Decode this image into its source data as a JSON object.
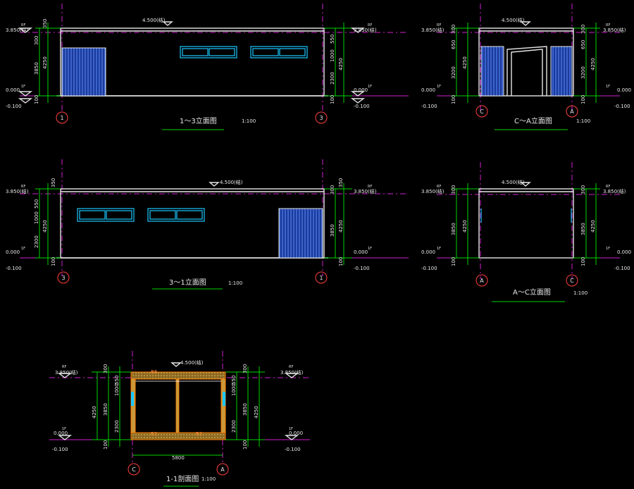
{
  "elevations": {
    "e13": {
      "title": "1～3立面图",
      "scale": "1:100",
      "axis_left": "1",
      "axis_right": "3"
    },
    "e31": {
      "title": "3～1立面图",
      "scale": "1:100",
      "axis_left": "3",
      "axis_right": "1"
    },
    "eca": {
      "title": "C～A立面图",
      "scale": "1:100",
      "axis_left": "C",
      "axis_right": "A"
    },
    "eac": {
      "title": "A～C立面图",
      "scale": "1:100",
      "axis_left": "A",
      "axis_right": "C"
    },
    "s11": {
      "title": "1-1剖面图",
      "scale": "1:100",
      "axis_left": "C",
      "axis_right": "A",
      "width_dim": "5800"
    }
  },
  "levels": {
    "top": "4.500(结)",
    "roof": "3.850(结)",
    "ground": "0.000",
    "outside": "-0.100",
    "floor_tag": "1F",
    "roof_tag": "RF"
  },
  "dims": {
    "d350": "350",
    "d300": "300",
    "d3850": "3850",
    "d4250": "4250",
    "d100": "100",
    "d1000": "1000",
    "d550": "550",
    "d2300": "2300",
    "d3200": "3200",
    "d650": "650"
  },
  "section_tags": {
    "roof": "R6",
    "floor_left": "R2",
    "floor_right": "R2"
  },
  "colors": {
    "background": "#000000",
    "dimension": "#00d400",
    "axis": "#d020d0",
    "outline": "#e6e6e6",
    "window": "#19c8ff",
    "door_fill": "#1a3a9a",
    "axis_bubble": "#ff4040",
    "section_fill": "#c99a3a"
  }
}
